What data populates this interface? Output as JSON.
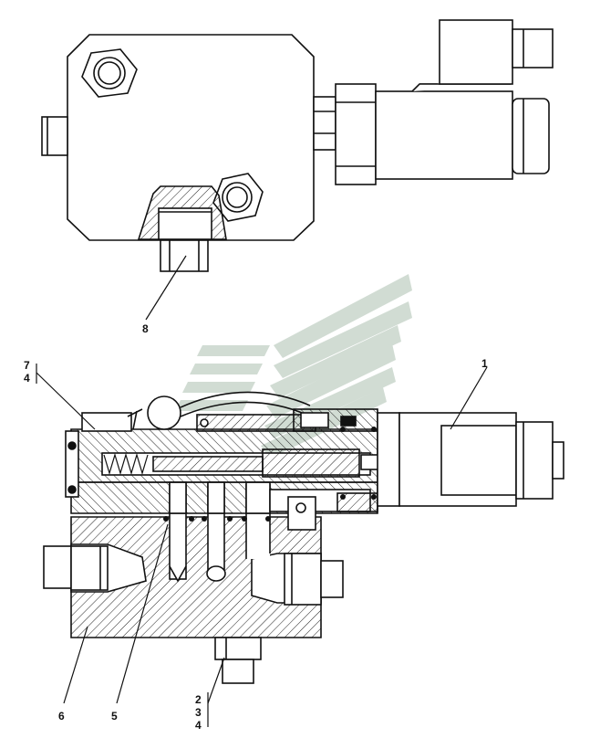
{
  "drawing": {
    "callouts": {
      "c1": "1",
      "c234_a": "2",
      "c234_b": "3",
      "c234_c": "4",
      "c5": "5",
      "c6": "6",
      "c74_a": "7",
      "c74_b": "4",
      "c8": "8"
    },
    "colors": {
      "line": "#111111",
      "hatch": "#222222",
      "fill": "#ffffff",
      "watermark": "#c9d6cc"
    },
    "watermark": "logo-stripes"
  }
}
